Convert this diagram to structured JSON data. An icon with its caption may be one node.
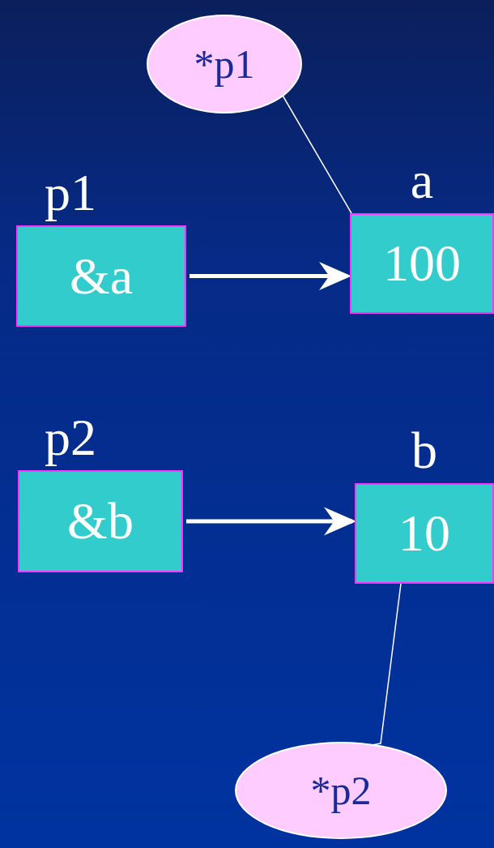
{
  "diagram": {
    "nodes": [
      {
        "text": [
          "p1",
          "&a"
        ]
      },
      {
        "text": [
          "a",
          "100"
        ]
      },
      {
        "text": [
          "p2",
          "&b"
        ]
      },
      {
        "text": [
          "b",
          "10"
        ]
      },
      {
        "text": [
          "*p1"
        ]
      },
      {
        "text": [
          "*p2"
        ]
      }
    ],
    "edges": [
      {
        "from": 0,
        "to": 1,
        "arrow": "to"
      },
      {
        "from": 2,
        "to": 3,
        "arrow": "to"
      },
      {
        "from": 4,
        "to": 1,
        "arrow": "none"
      },
      {
        "from": 5,
        "to": 3,
        "arrow": "none"
      }
    ]
  }
}
